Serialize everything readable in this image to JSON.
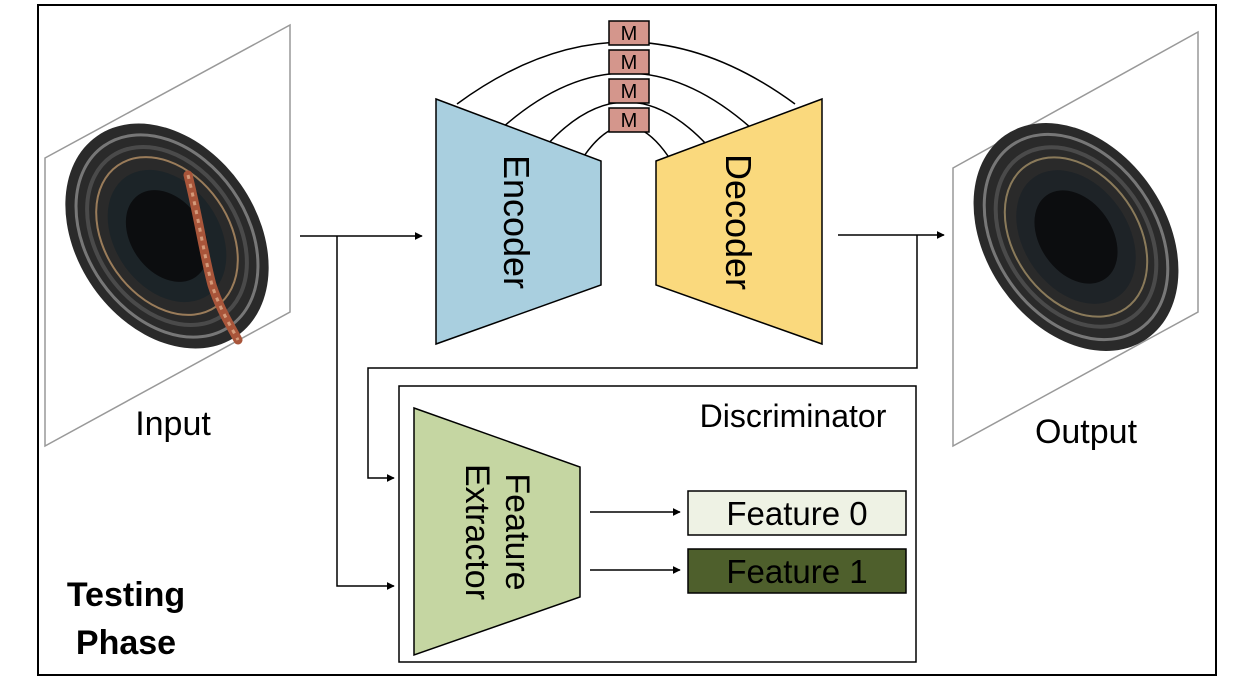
{
  "labels": {
    "input": "Input",
    "output": "Output",
    "encoder": "Encoder",
    "decoder": "Decoder",
    "memory_module": "M",
    "discriminator": "Discriminator",
    "feature_extractor_line1": "Feature",
    "feature_extractor_line2": "Extractor",
    "feature0": "Feature 0",
    "feature1": "Feature 1",
    "phase_line1": "Testing",
    "phase_line2": "Phase"
  },
  "colors": {
    "encoder": "#a9cfdf",
    "decoder": "#fad97d",
    "memory": "#d4968c",
    "feature_extractor": "#c5d6a2",
    "feature0": "#eef2e4",
    "feature1": "#4e5f2c"
  },
  "icons": {
    "input": "cracked-ring-image",
    "output": "reconstructed-ring-image"
  }
}
